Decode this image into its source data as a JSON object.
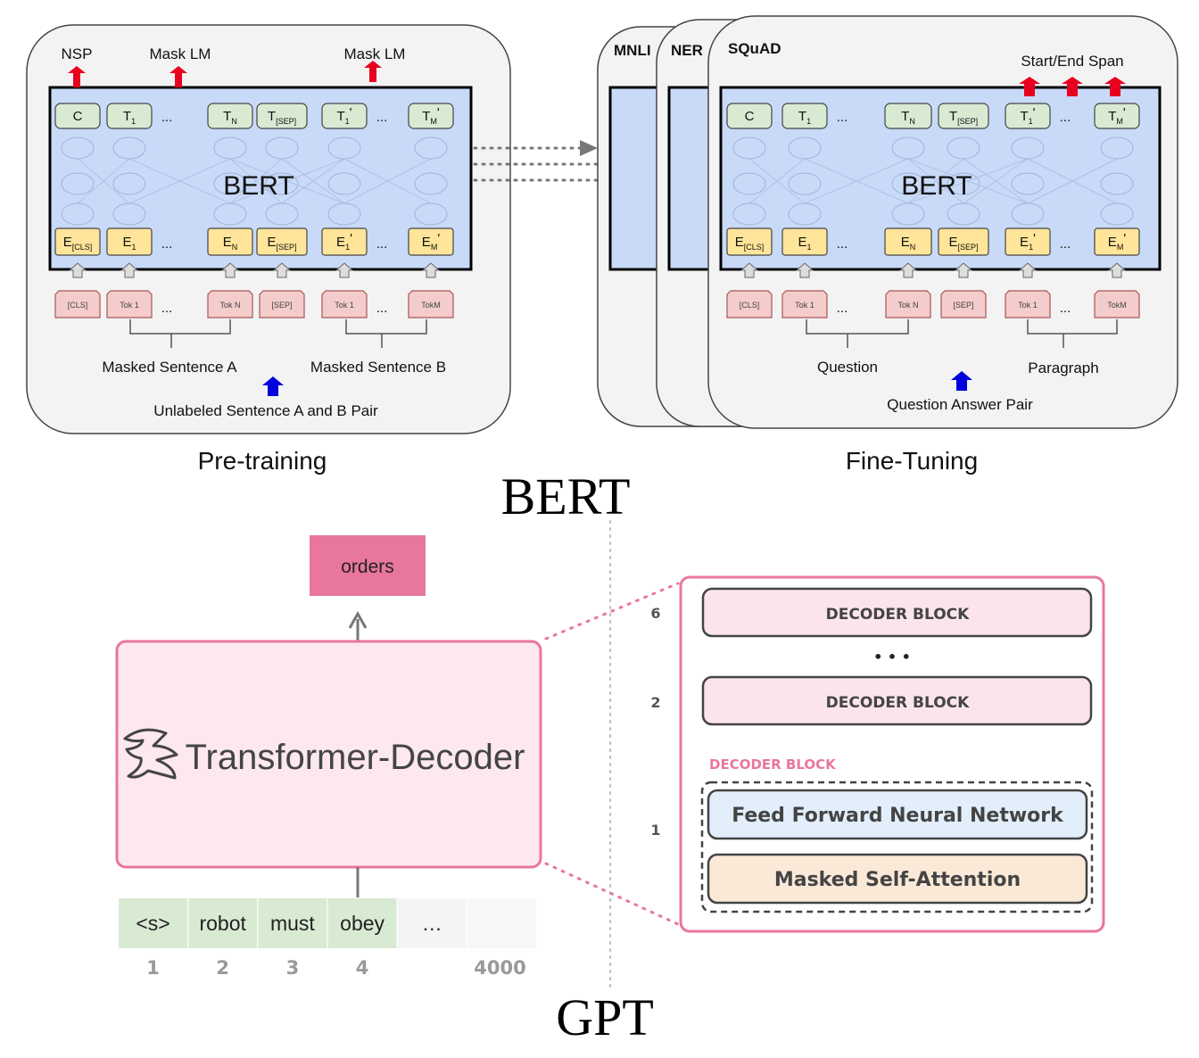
{
  "bert": {
    "heading": "BERT",
    "pretraining": {
      "caption": "Pre-training",
      "top_labels": {
        "nsp": "NSP",
        "mask_lm_1": "Mask LM",
        "mask_lm_2": "Mask LM"
      },
      "model_label": "BERT",
      "input_groups": {
        "a": "Masked Sentence A",
        "b": "Masked Sentence B"
      },
      "pair_label": "Unlabeled Sentence A and B Pair"
    },
    "finetuning": {
      "caption": "Fine-Tuning",
      "task_tabs": [
        "MNLI",
        "NER",
        "SQuAD"
      ],
      "span_label": "Start/End Span",
      "model_label": "BERT",
      "input_groups": {
        "a": "Question",
        "b": "Paragraph"
      },
      "pair_label": "Question Answer Pair"
    },
    "tokens": {
      "outputs": [
        "C",
        "T1",
        "...",
        "TN",
        "T[SEP]",
        "T1'",
        "...",
        "TM'"
      ],
      "embeddings": [
        "E[CLS]",
        "E1",
        "...",
        "EN",
        "E[SEP]",
        "E1'",
        "...",
        "EM'"
      ],
      "inputs": [
        "[CLS]",
        "Tok 1",
        "...",
        "Tok N",
        "[SEP]",
        "Tok 1",
        "...",
        "TokM"
      ]
    }
  },
  "gpt": {
    "heading": "GPT",
    "output_token": "orders",
    "decoder_label": "Transformer-Decoder",
    "input_tokens": [
      "<s>",
      "robot",
      "must",
      "obey",
      "…",
      ""
    ],
    "positions": [
      "1",
      "2",
      "3",
      "4",
      "",
      "4000"
    ],
    "stack": {
      "blocks": [
        {
          "index": "6",
          "label": "DECODER BLOCK"
        },
        {
          "index": "2",
          "label": "DECODER BLOCK"
        }
      ],
      "ellipsis": "• • •",
      "detail_title": "DECODER BLOCK",
      "detail_index": "1",
      "ffnn_label": "Feed Forward Neural Network",
      "attention_label": "Masked Self-Attention"
    }
  },
  "colors": {
    "bert_panel_bg": "#f3f3f3",
    "bert_model_bg": "#c9daf8",
    "output_token_bg": "#d9ead3",
    "embedding_bg": "#ffe599",
    "input_token_bg": "#f4cccc",
    "red_arrow": "#e8001f",
    "blue_arrow": "#0000dd",
    "gpt_pink": "#e8769f",
    "gpt_light_pink": "#fce8ed",
    "gpt_input_green": "#d9ead3",
    "ffnn_bg": "#e3eefb",
    "attn_bg": "#fbe9d8"
  }
}
